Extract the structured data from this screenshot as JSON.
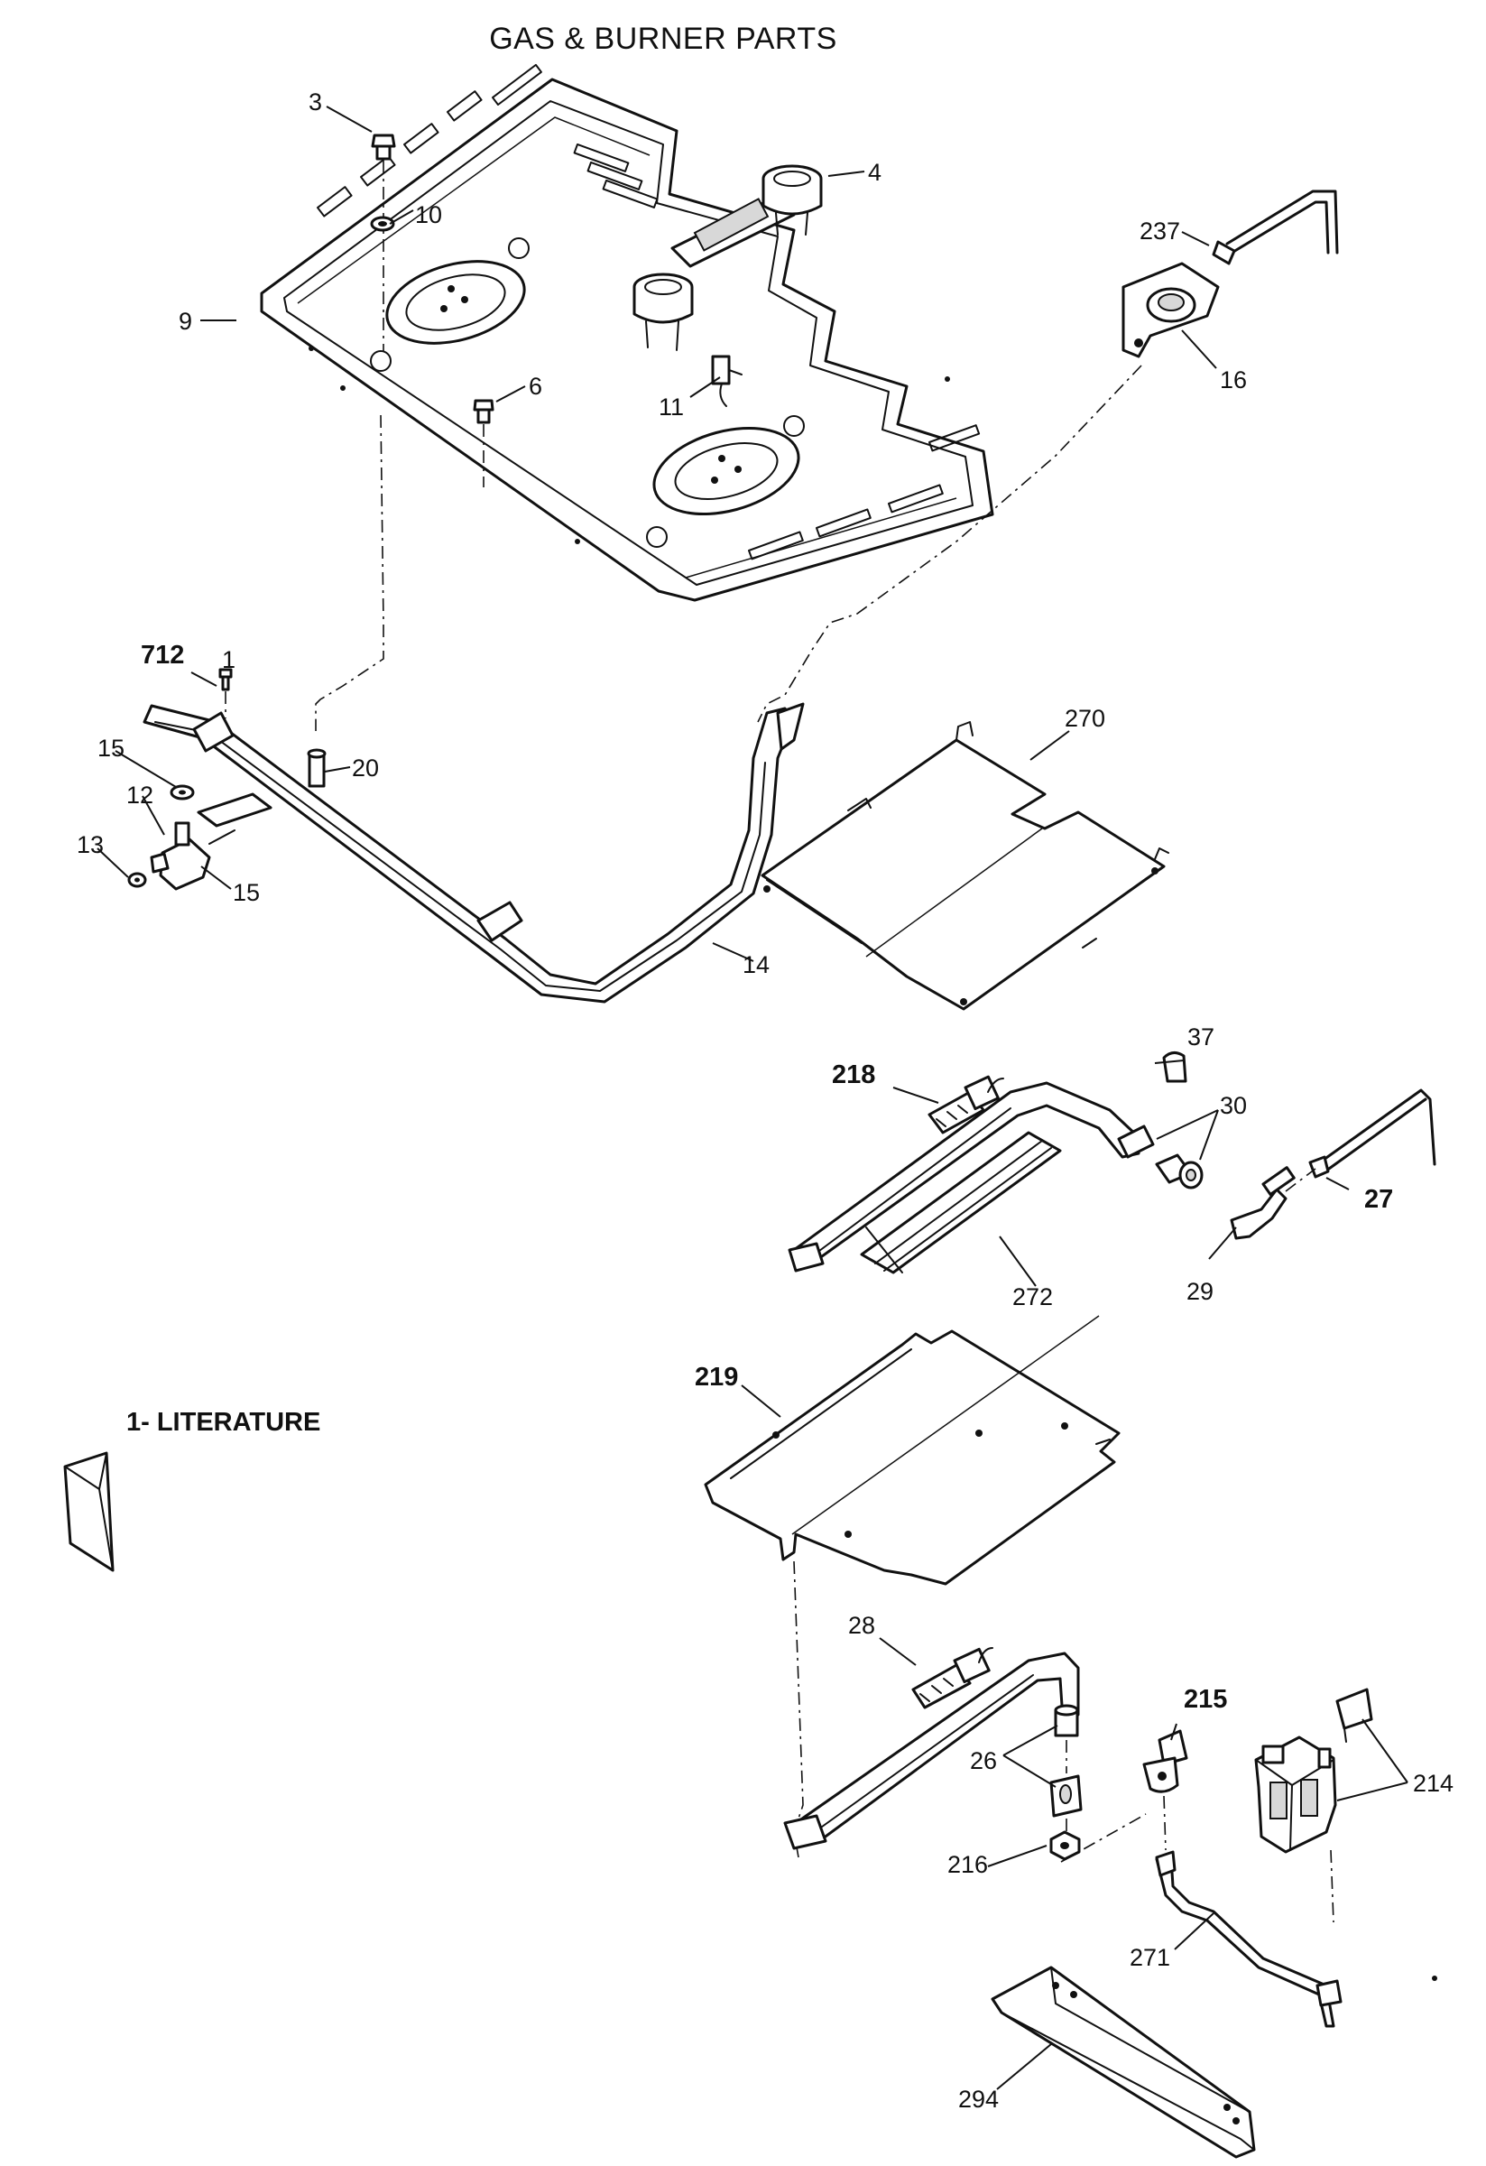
{
  "title": "GAS & BURNER PARTS",
  "callouts": {
    "c3": "3",
    "c4": "4",
    "c9": "9",
    "c10": "10",
    "c6": "6",
    "c11": "11",
    "c237": "237",
    "c16": "16",
    "c712": "712",
    "c1": "1",
    "c15a": "15",
    "c12": "12",
    "c13": "13",
    "c15b": "15",
    "c20": "20",
    "c14": "14",
    "c270": "270",
    "c218": "218",
    "c37": "37",
    "c30": "30",
    "c27": "27",
    "c272": "272",
    "c29": "29",
    "c219": "219",
    "literature": "1- LITERATURE",
    "c28": "28",
    "c215": "215",
    "c26": "26",
    "c214": "214",
    "c216": "216",
    "c271": "271",
    "c294": "294"
  }
}
